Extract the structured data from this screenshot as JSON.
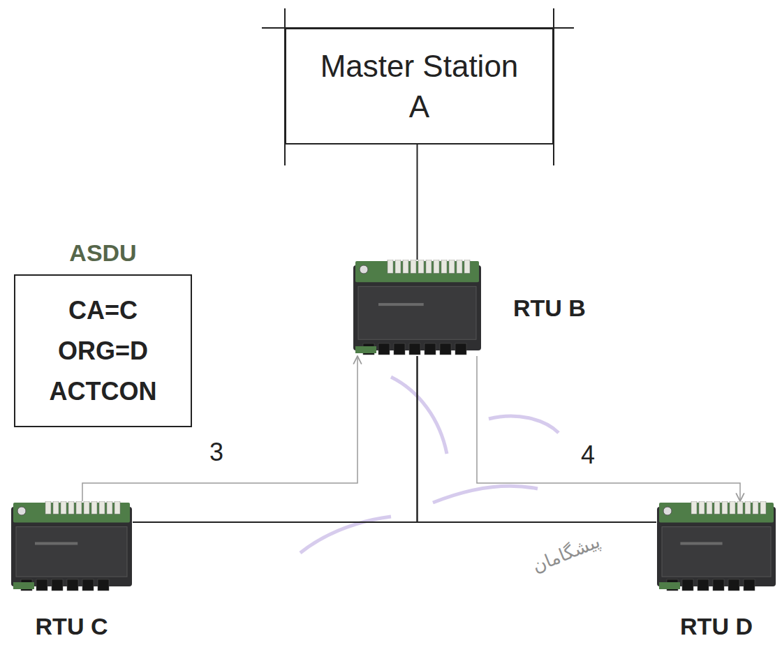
{
  "diagram": {
    "nodes": [
      {
        "text": [
          "Master Station A"
        ]
      },
      {
        "text": [
          "ASDU",
          "CA=C ORG=D ACTCON"
        ]
      },
      {
        "text": [
          "RTU B"
        ]
      },
      {
        "text": [
          "RTU C"
        ]
      },
      {
        "text": [
          "RTU D"
        ]
      }
    ],
    "edges": [
      {
        "from": 0,
        "to": 2,
        "arrow": "none"
      },
      {
        "from": 2,
        "to": 3,
        "arrow": "none"
      },
      {
        "from": 2,
        "to": 4,
        "arrow": "none"
      },
      {
        "from": 3,
        "to": 2,
        "arrow": "to",
        "label": "3"
      },
      {
        "from": 2,
        "to": 4,
        "arrow": "to",
        "label": "4"
      }
    ],
    "labels": [
      "پیشگامان"
    ]
  }
}
